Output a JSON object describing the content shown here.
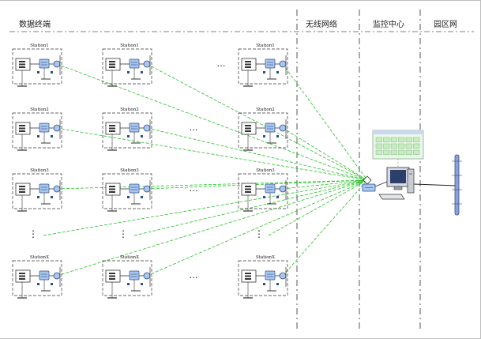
{
  "sections": {
    "data_terminal": "数据终端",
    "wireless_network": "无线网络",
    "monitor_center": "监控中心",
    "campus_network": "园区网"
  },
  "rows": [
    {
      "label": "Station1",
      "ellipsis": "…"
    },
    {
      "label": "Station2",
      "ellipsis": "…"
    },
    {
      "label": "Station3",
      "ellipsis": "…"
    },
    {
      "label": "",
      "ellipsis": "⋮"
    },
    {
      "label": "StationX",
      "ellipsis": "…"
    }
  ],
  "colors": {
    "link": "#22c322",
    "divider": "#555555",
    "device_fill": "#a9c6ee",
    "device_stroke": "#2c4f8c",
    "screen": "#c8eec0",
    "network_bar": "#8aa2d8"
  },
  "icons": [
    "station-unit-icon",
    "wireless-router-icon",
    "computer-icon",
    "monitor-display-icon",
    "network-bar-icon"
  ]
}
